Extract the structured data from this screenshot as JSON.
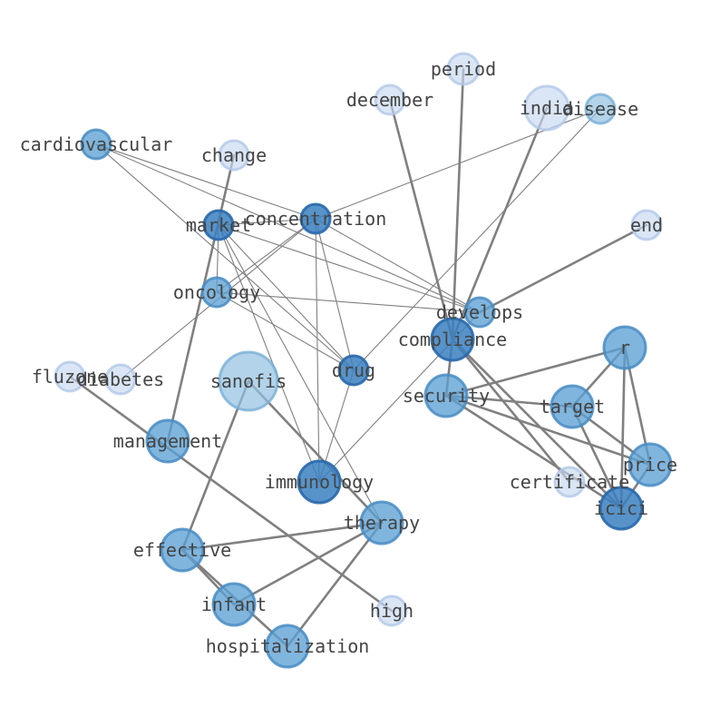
{
  "graph": {
    "nodes": [
      {
        "id": "period",
        "label": "period",
        "tone": "light"
      },
      {
        "id": "december",
        "label": "december",
        "tone": "light"
      },
      {
        "id": "india",
        "label": "india",
        "tone": "light"
      },
      {
        "id": "disease",
        "label": "disease",
        "tone": "pale"
      },
      {
        "id": "cardiovascular",
        "label": "cardiovascular",
        "tone": "mid"
      },
      {
        "id": "change",
        "label": "change",
        "tone": "light"
      },
      {
        "id": "end",
        "label": "end",
        "tone": "light"
      },
      {
        "id": "market",
        "label": "market",
        "tone": "dark"
      },
      {
        "id": "concentration",
        "label": "concentration",
        "tone": "dark"
      },
      {
        "id": "oncology",
        "label": "oncology",
        "tone": "mid"
      },
      {
        "id": "develops",
        "label": "develops",
        "tone": "mid"
      },
      {
        "id": "compliance",
        "label": "compliance",
        "tone": "dark"
      },
      {
        "id": "r",
        "label": "r",
        "tone": "mid"
      },
      {
        "id": "fluzone",
        "label": "fluzone",
        "tone": "light"
      },
      {
        "id": "diabetes",
        "label": "diabetes",
        "tone": "light"
      },
      {
        "id": "sanofis",
        "label": "sanofis",
        "tone": "pale"
      },
      {
        "id": "drug",
        "label": "drug",
        "tone": "dark"
      },
      {
        "id": "security",
        "label": "security",
        "tone": "mid"
      },
      {
        "id": "target",
        "label": "target",
        "tone": "mid"
      },
      {
        "id": "management",
        "label": "management",
        "tone": "mid"
      },
      {
        "id": "price",
        "label": "price",
        "tone": "mid"
      },
      {
        "id": "certificate",
        "label": "certificate",
        "tone": "light"
      },
      {
        "id": "immunology",
        "label": "immunology",
        "tone": "dark"
      },
      {
        "id": "icici",
        "label": "icici",
        "tone": "dark"
      },
      {
        "id": "therapy",
        "label": "therapy",
        "tone": "mid"
      },
      {
        "id": "effective",
        "label": "effective",
        "tone": "mid"
      },
      {
        "id": "infant",
        "label": "infant",
        "tone": "mid"
      },
      {
        "id": "high",
        "label": "high",
        "tone": "light"
      },
      {
        "id": "hospitalization",
        "label": "hospitalization",
        "tone": "mid"
      }
    ],
    "edges": [
      [
        "cardiovascular",
        "concentration",
        "thin"
      ],
      [
        "cardiovascular",
        "develops",
        "thin"
      ],
      [
        "cardiovascular",
        "drug",
        "thin"
      ],
      [
        "market",
        "concentration",
        "thin"
      ],
      [
        "market",
        "oncology",
        "thin"
      ],
      [
        "market",
        "develops",
        "thin"
      ],
      [
        "market",
        "drug",
        "thin"
      ],
      [
        "market",
        "immunology",
        "thin"
      ],
      [
        "market",
        "therapy",
        "thin"
      ],
      [
        "concentration",
        "oncology",
        "thin"
      ],
      [
        "concentration",
        "develops",
        "thin"
      ],
      [
        "concentration",
        "drug",
        "thin"
      ],
      [
        "concentration",
        "immunology",
        "thin"
      ],
      [
        "concentration",
        "disease",
        "thin"
      ],
      [
        "oncology",
        "develops",
        "thin"
      ],
      [
        "oncology",
        "drug",
        "thin"
      ],
      [
        "drug",
        "immunology",
        "thin"
      ],
      [
        "drug",
        "disease",
        "thin"
      ],
      [
        "diabetes",
        "concentration",
        "thin"
      ],
      [
        "immunology",
        "develops",
        "thin"
      ],
      [
        "change",
        "management",
        "thick"
      ],
      [
        "period",
        "compliance",
        "thick"
      ],
      [
        "december",
        "compliance",
        "thick"
      ],
      [
        "india",
        "compliance",
        "thick"
      ],
      [
        "end",
        "develops",
        "thick"
      ],
      [
        "compliance",
        "certificate",
        "thick"
      ],
      [
        "compliance",
        "icici",
        "thick"
      ],
      [
        "compliance",
        "security",
        "thick"
      ],
      [
        "security",
        "r",
        "thick"
      ],
      [
        "security",
        "target",
        "thick"
      ],
      [
        "security",
        "price",
        "thick"
      ],
      [
        "security",
        "icici",
        "thick"
      ],
      [
        "r",
        "target",
        "thick"
      ],
      [
        "r",
        "price",
        "thick"
      ],
      [
        "r",
        "icici",
        "thick"
      ],
      [
        "target",
        "price",
        "thick"
      ],
      [
        "target",
        "icici",
        "thick"
      ],
      [
        "price",
        "icici",
        "thick"
      ],
      [
        "fluzone",
        "high",
        "thick"
      ],
      [
        "sanofis",
        "effective",
        "thick"
      ],
      [
        "sanofis",
        "therapy",
        "thick"
      ],
      [
        "therapy",
        "effective",
        "thick"
      ],
      [
        "therapy",
        "infant",
        "thick"
      ],
      [
        "therapy",
        "hospitalization",
        "thick"
      ],
      [
        "effective",
        "infant",
        "thick"
      ],
      [
        "effective",
        "hospitalization",
        "thick"
      ]
    ]
  }
}
